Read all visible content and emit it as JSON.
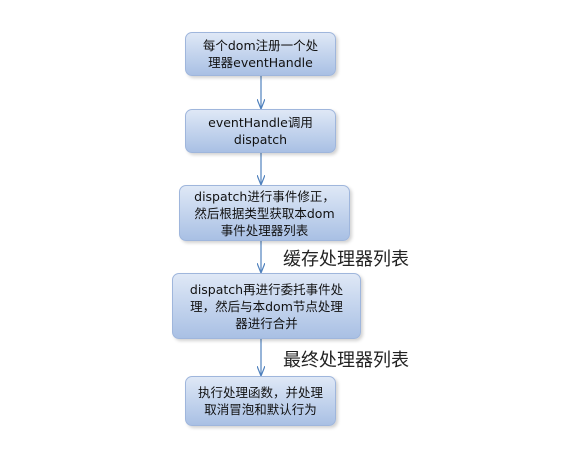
{
  "nodes": [
    {
      "id": "n1",
      "text": "每个dom注册一个处\n理器eventHandle"
    },
    {
      "id": "n2",
      "text": "eventHandle调用\ndispatch"
    },
    {
      "id": "n3",
      "text": "dispatch进行事件修正，\n然后根据类型获取本dom\n事件处理器列表"
    },
    {
      "id": "n4",
      "text": "dispatch再进行委托事件处\n理，然后与本dom节点处理\n器进行合并"
    },
    {
      "id": "n5",
      "text": "执行处理函数，并处理\n取消冒泡和默认行为"
    }
  ],
  "edge_labels": {
    "n3_n4": "缓存处理器列表",
    "n4_n5": "最终处理器列表"
  },
  "colors": {
    "node_fill_top": "#dfe8f6",
    "node_fill_bottom": "#a9c0e4",
    "node_border": "#9fb6dc",
    "arrow": "#4f81bd"
  }
}
